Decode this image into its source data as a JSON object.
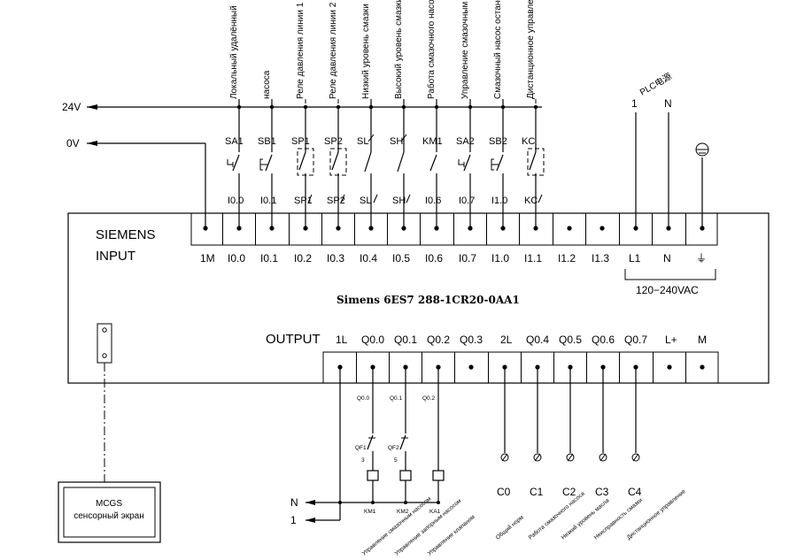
{
  "power": {
    "v24": "24V",
    "v0": "0V"
  },
  "inputs": [
    {
      "top": "Локальный удалённый",
      "sym": "SA1",
      "pin": "I0.0",
      "term": "I0.0",
      "kind": "sel"
    },
    {
      "top": "насоса",
      "sym": "SB1",
      "pin": "I0.1",
      "term": "I0.1",
      "kind": "push"
    },
    {
      "top": "Реле давления линии 1",
      "sym": "SP1",
      "pin": "SP1",
      "term": "I0.2",
      "kind": "relay"
    },
    {
      "top": "Реле давления линии 2",
      "sym": "SP2",
      "pin": "SP2",
      "term": "I0.3",
      "kind": "relay"
    },
    {
      "top": "Низкий уровень смазки",
      "sym": "SL",
      "pin": "SL",
      "term": "I0.4",
      "kind": "level"
    },
    {
      "top": "Высокий уровень смазки",
      "sym": "SH",
      "pin": "SH",
      "term": "I0.5",
      "kind": "level"
    },
    {
      "top": "Работа смазочного насоса",
      "sym": "KM1",
      "pin": "I0.6",
      "term": "I0.6",
      "kind": "contact"
    },
    {
      "top": "Управление смазочным насосом",
      "sym": "SA2",
      "pin": "I0.7",
      "term": "I0.7",
      "kind": "sel"
    },
    {
      "top": "Смазочный насос остановился",
      "sym": "SB2",
      "pin": "I1.0",
      "term": "I1.0",
      "kind": "push"
    },
    {
      "top": "Дистанционное управление",
      "sym": "KC",
      "pin": "KC",
      "term": "I1.1",
      "kind": "relay"
    }
  ],
  "plc": {
    "vendor": "SIEMENS",
    "input_label": "INPUT",
    "output_label": "OUTPUT",
    "model": "Simens  6ES7 288-1CR20-0AA1",
    "common_in": "1M",
    "spare_in": [
      "I1.2",
      "I1.3"
    ],
    "power_terms": [
      "L1",
      "N",
      "⏚"
    ],
    "power_range": "120−240VAC",
    "power_header": [
      "1",
      "N"
    ],
    "power_tag": "PLC电源",
    "out_terms": [
      "1L",
      "Q0.0",
      "Q0.1",
      "Q0.2",
      "Q0.3",
      "2L",
      "Q0.4",
      "Q0.5",
      "Q0.6",
      "Q0.7",
      "L+",
      "M"
    ]
  },
  "outputs": {
    "wire_labels": [
      "Q0.0",
      "Q0.1",
      "Q0.2"
    ],
    "breakers": [
      {
        "name": "QF1",
        "num": "3"
      },
      {
        "name": "QF2",
        "num": "5"
      }
    ],
    "coils": [
      "KM1",
      "KM2",
      "KA1"
    ],
    "coil_desc": [
      "Управление смазочным насосом",
      "Управление запорным насосом",
      "Управление клапаном"
    ],
    "bus": [
      "N",
      "1"
    ],
    "signals": [
      "C0",
      "C1",
      "C2",
      "C3",
      "C4"
    ],
    "signal_desc": [
      "Общий норм",
      "Работа смазочного насоса",
      "Низкий уровень масла",
      "Неисправность смазки",
      "Дистанционное управление"
    ]
  },
  "hmi": {
    "line1": "MCGS",
    "line2": "сенсорный экран"
  }
}
